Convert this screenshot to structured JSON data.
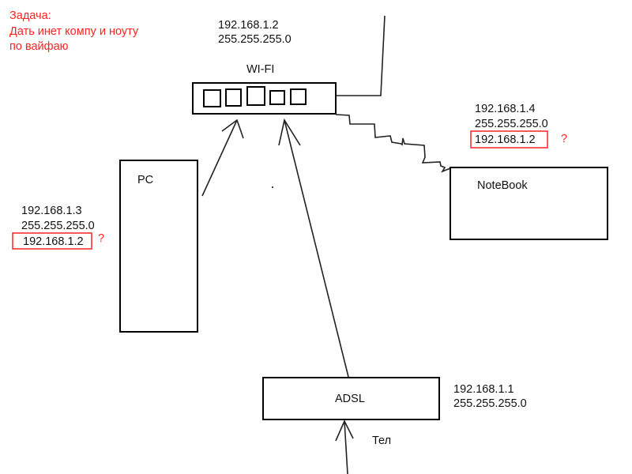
{
  "task": {
    "lines": [
      "Задача:",
      "Дать инет компу и ноуту",
      "по вайфаю"
    ]
  },
  "router": {
    "label": "WI-FI",
    "ip": "192.168.1.2",
    "mask": "255.255.255.0"
  },
  "pc": {
    "label": "PC",
    "ip": "192.168.1.3",
    "mask": "255.255.255.0",
    "gateway": "192.168.1.2",
    "question": "?"
  },
  "notebook": {
    "label": "NoteBook",
    "ip": "192.168.1.4",
    "mask": "255.255.255.0",
    "gateway": "192.168.1.2",
    "question": "?"
  },
  "adsl": {
    "label": "ADSL",
    "ip": "192.168.1.1",
    "mask": "255.255.255.0",
    "line_label": "Тел"
  },
  "colors": {
    "annotation": "#ff2222",
    "stroke": "#000000"
  }
}
